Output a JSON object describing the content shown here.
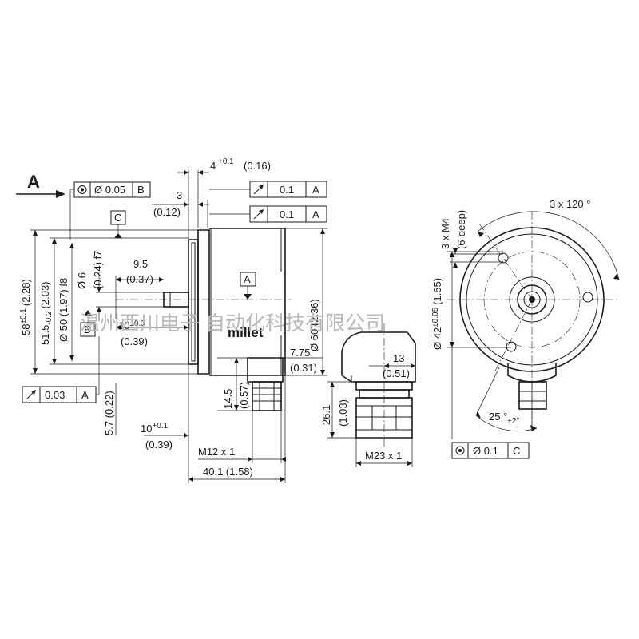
{
  "view_label": "A",
  "datum_c": "C",
  "datum_a": "A",
  "datum_b": "B",
  "brand": "millet",
  "watermark": "温州西川电子 自动化科技有限公司",
  "fcf": {
    "concentric_left": {
      "symbol": "◎",
      "value": "Ø 0.05",
      "ref": "B"
    },
    "runout_top": {
      "value": "0.1",
      "ref": "A"
    },
    "runout_second": {
      "value": "0.1",
      "ref": "A"
    },
    "runout_bottom_left": {
      "value": "0.03",
      "ref": "A"
    },
    "concentric_right": {
      "symbol": "◎",
      "value": "Ø 0.1",
      "ref": "C"
    }
  },
  "dims": {
    "top_4": "4",
    "top_4_tol": "+0.1",
    "top_4_in": "(0.16)",
    "top_3": "3",
    "top_3_in": "(0.12)",
    "dia58": "58",
    "dia58_tol": "±0.1",
    "dia58_in": "(2.28)",
    "d515": "51.5",
    "d515_tol": "-0.2",
    "d515_in": "(2.03)",
    "dia50": "Ø 50 (1.97) f8",
    "dia6": "Ø 6",
    "dia6_rest": "(0.24) f7",
    "d95": "9.5",
    "d95_in": "(0.37)",
    "d10a": "10",
    "d10a_tol": "±0.3",
    "d10a_in": "(0.39)",
    "dia60": "Ø 60 (2.36)",
    "d775": "7.75",
    "d775_in": "(0.31)",
    "d145": "14.5",
    "d145_in": "(0.57)",
    "d57": "5.7 (0.22)",
    "d10b": "10",
    "d10b_tol": "+0.1",
    "d10b_in": "(0.39)",
    "m12": "M12 x 1",
    "d401": "40.1 (1.58)",
    "d13": "13",
    "d13_in": "(0.51)",
    "d261": "26.1",
    "d261_in": "(1.03)",
    "m23": "M23 x 1",
    "m4": "3 x M4",
    "m4_deep": "(6-deep)",
    "dia42": "Ø 42",
    "dia42_tol": "±0.05",
    "dia42_in": "(1.65)",
    "ang120": "3 x 120 °",
    "ang25": "25 °",
    "ang25_tol": "±2°"
  }
}
